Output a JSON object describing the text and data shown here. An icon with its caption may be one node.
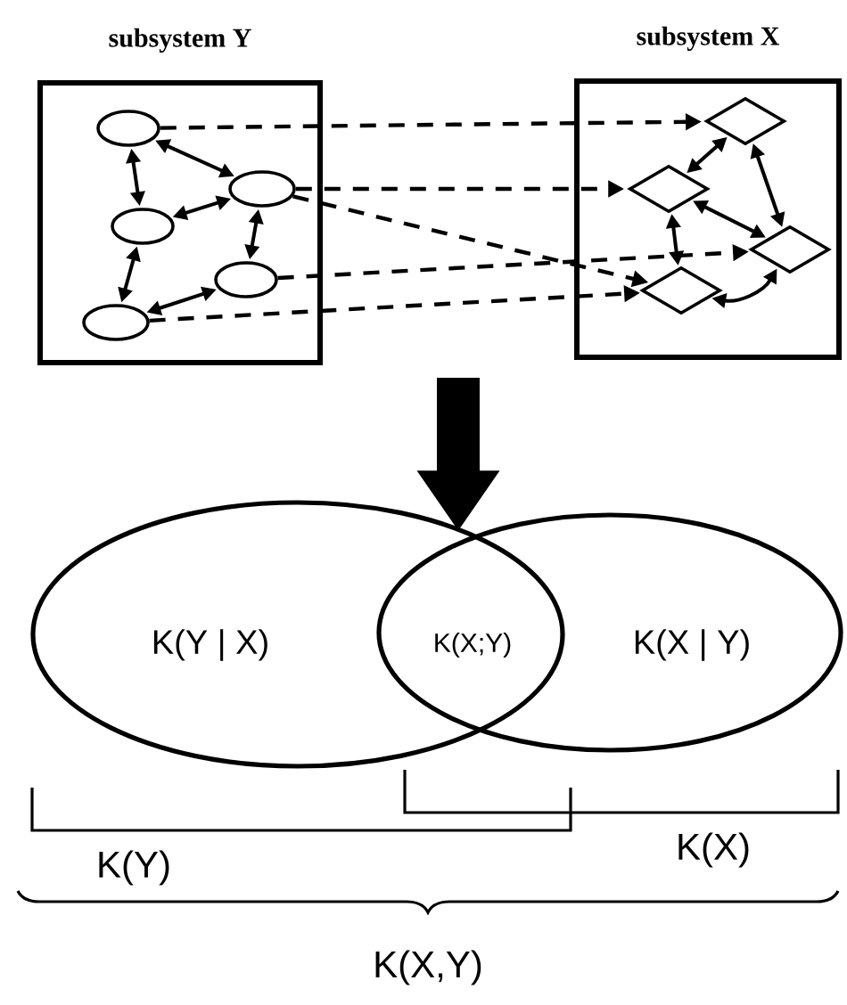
{
  "diagram": {
    "nodes": [
      {
        "text": [
          "subsystem Y"
        ]
      },
      {
        "text": [
          "subsystem X"
        ]
      },
      {
        "text": [],
        "shape": "circle",
        "in": 0
      },
      {
        "text": [],
        "shape": "circle",
        "in": 0
      },
      {
        "text": [],
        "shape": "circle",
        "in": 0
      },
      {
        "text": [],
        "shape": "circle",
        "in": 0
      },
      {
        "text": [],
        "shape": "circle",
        "in": 0
      },
      {
        "text": [],
        "shape": "diamond",
        "in": 1
      },
      {
        "text": [],
        "shape": "diamond",
        "in": 1
      },
      {
        "text": [],
        "shape": "diamond",
        "in": 1
      },
      {
        "text": [],
        "shape": "diamond",
        "in": 1
      },
      {
        "text": [
          "K(Y | X)"
        ]
      },
      {
        "text": [
          "K(X | Y)"
        ]
      }
    ],
    "edges": [
      {
        "from": 2,
        "to": 3,
        "arrow": "both"
      },
      {
        "from": 2,
        "to": 4,
        "arrow": "both"
      },
      {
        "from": 4,
        "to": 3,
        "arrow": "both"
      },
      {
        "from": 3,
        "to": 5,
        "arrow": "both"
      },
      {
        "from": 4,
        "to": 6,
        "arrow": "both"
      },
      {
        "from": 6,
        "to": 5,
        "arrow": "both"
      },
      {
        "from": 7,
        "to": 8,
        "arrow": "both"
      },
      {
        "from": 7,
        "to": 9,
        "arrow": "both"
      },
      {
        "from": 8,
        "to": 9,
        "arrow": "both"
      },
      {
        "from": 8,
        "to": 10,
        "arrow": "both"
      },
      {
        "from": 10,
        "to": 9,
        "arrow": "both"
      },
      {
        "from": 2,
        "to": 7,
        "arrow": "to",
        "style": "dashed"
      },
      {
        "from": 3,
        "to": 8,
        "arrow": "to",
        "style": "dashed"
      },
      {
        "from": 3,
        "to": 10,
        "arrow": "to",
        "style": "dashed"
      },
      {
        "from": 5,
        "to": 9,
        "arrow": "to",
        "style": "dashed"
      },
      {
        "from": 6,
        "to": 10,
        "arrow": "to",
        "style": "dashed"
      },
      {
        "from": null,
        "to": 11,
        "arrow": "to",
        "style": "thick"
      }
    ],
    "labels": [
      "K(X;Y)",
      "K(X)",
      "K(Y)",
      "K(X,Y)"
    ]
  }
}
